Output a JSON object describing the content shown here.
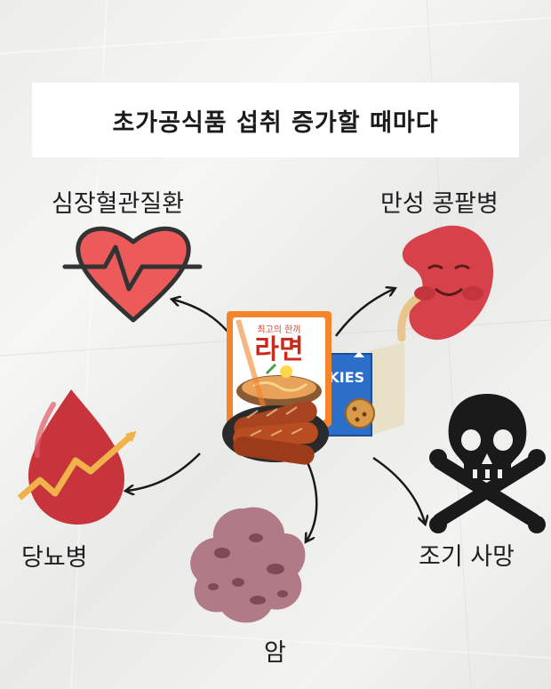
{
  "title": "초가공식품 섭취 증가할 때마다",
  "center": {
    "ramen_tagline": "최고의 한끼",
    "ramen_name": "라면",
    "cookie_box_text": "OKIES"
  },
  "outcomes": {
    "heart": "심장혈관질환",
    "kidney": "만성 콩팥병",
    "diabetes": "당뇨병",
    "cancer": "암",
    "death": "조기 사망"
  },
  "colors": {
    "heart": "#ec5a5a",
    "kidney": "#d7424a",
    "blood": "#c8343c",
    "cancer": "#b07b86",
    "skull": "#1a1a1a",
    "arrow": "#1a1a1a",
    "trend": "#f2b24a"
  }
}
